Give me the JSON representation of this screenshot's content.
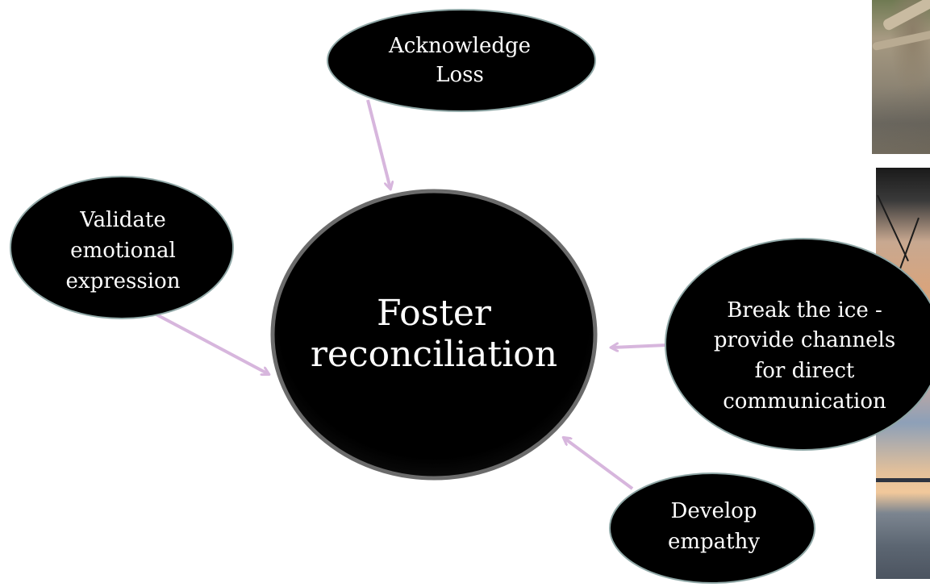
{
  "diagram": {
    "center": {
      "label": "Foster reconciliation"
    },
    "nodes": [
      {
        "id": "acknowledge",
        "label": "Acknowledge Loss"
      },
      {
        "id": "validate",
        "label": "Validate emotional expression"
      },
      {
        "id": "break-ice",
        "label": "Break the ice - provide channels for direct communication"
      },
      {
        "id": "empathy",
        "label": "Develop empathy"
      }
    ],
    "edges": [
      {
        "from": "acknowledge",
        "to": "center"
      },
      {
        "from": "validate",
        "to": "center"
      },
      {
        "from": "break-ice",
        "to": "center"
      },
      {
        "from": "empathy",
        "to": "center"
      }
    ],
    "colors": {
      "node_fill": "#000000",
      "node_outline": "#8fa7a6",
      "center_outline": "#6b6b6b",
      "arrow": "#d7b6dd",
      "text": "#ffffff"
    }
  }
}
